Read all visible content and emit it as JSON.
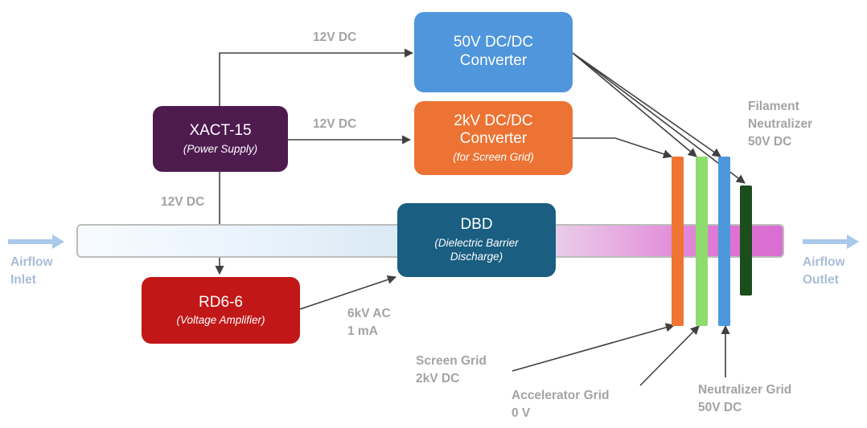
{
  "colors": {
    "converter_50v": "#4f96dc",
    "converter_2kv": "#ec7333",
    "xact": "#4e1b4f",
    "dbd": "#1a5e81",
    "rd6": "#c21717",
    "screen_grid": "#ee7532",
    "accelerator_grid": "#8edc6e",
    "neutralizer_grid": "#4b98dc",
    "filament": "#1c4d1d",
    "airflow_arrow": "#a9c8ea",
    "wire": "#404040",
    "label": "#a3a3a3"
  },
  "blocks": {
    "converter_50v": {
      "title_line1": "50V DC/DC",
      "title_line2": "Converter"
    },
    "converter_2kv": {
      "title_line1": "2kV DC/DC",
      "title_line2": "Converter",
      "subtitle": "(for Screen Grid)"
    },
    "xact": {
      "title": "XACT-15",
      "subtitle": "(Power Supply)"
    },
    "dbd": {
      "title": "DBD",
      "subtitle_line1": "(Dielectric Barrier",
      "subtitle_line2": "Discharge)"
    },
    "rd6": {
      "title": "RD6-6",
      "subtitle": "(Voltage Amplifier)"
    }
  },
  "connection_labels": {
    "to_50v": "12V DC",
    "to_2kv": "12V DC",
    "to_rd6": "12V DC",
    "ac_line1": "6kV AC",
    "ac_line2": "1 mA"
  },
  "grid_labels": {
    "filament": [
      "Filament",
      "Neutralizer",
      "50V DC"
    ],
    "screen": [
      "Screen Grid",
      "2kV DC"
    ],
    "accelerator": [
      "Accelerator Grid",
      "0 V"
    ],
    "neutralizer": [
      "Neutralizer Grid",
      "50V DC"
    ]
  },
  "airflow": {
    "inlet": [
      "Airflow",
      "Inlet"
    ],
    "outlet": [
      "Airflow",
      "Outlet"
    ]
  }
}
